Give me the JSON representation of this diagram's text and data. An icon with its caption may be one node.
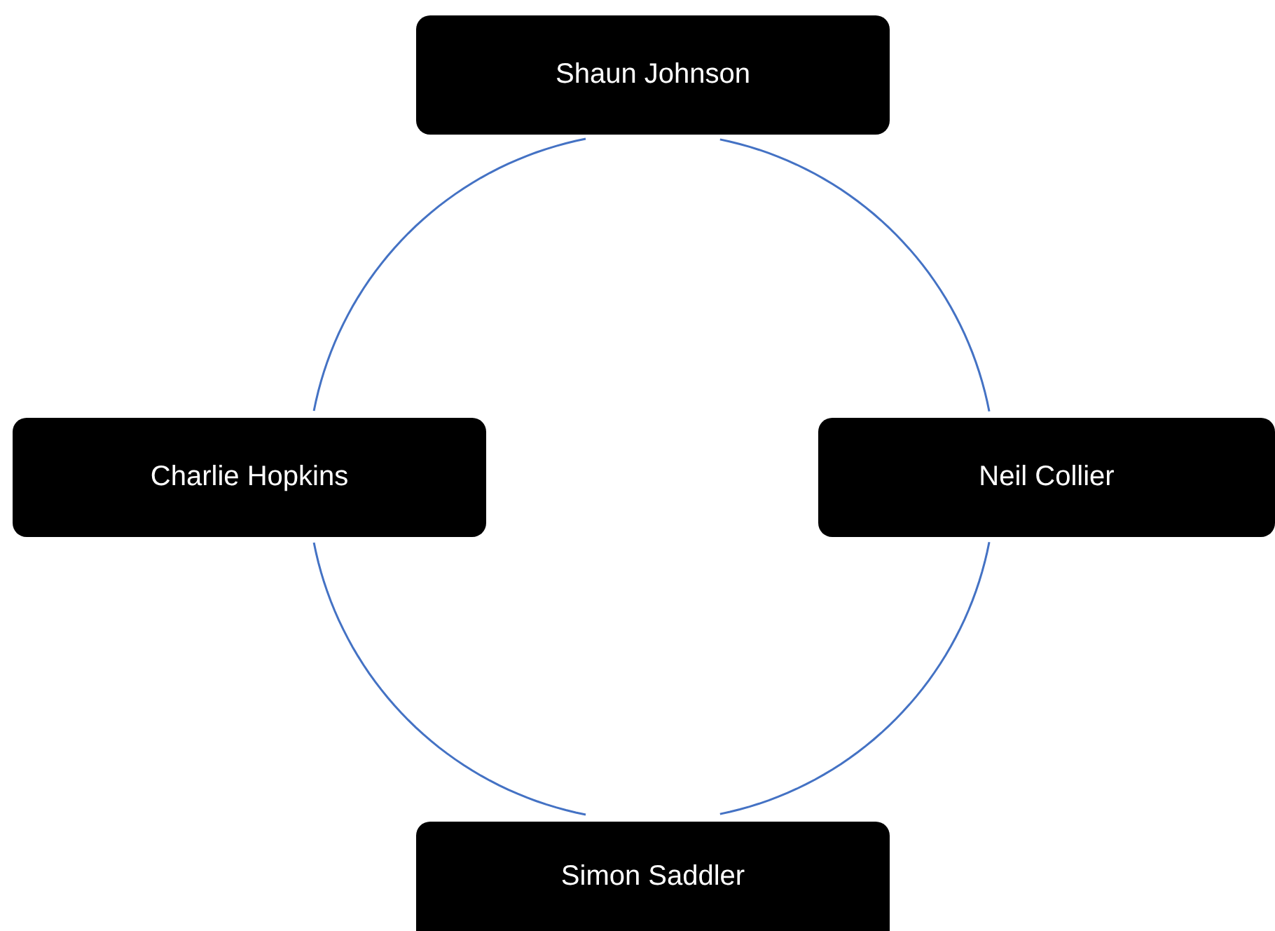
{
  "diagram": {
    "nodes": [
      {
        "text": [
          "Shaun Johnson"
        ]
      },
      {
        "text": [
          "Charlie Hopkins"
        ]
      },
      {
        "text": [
          "Neil Collier"
        ]
      },
      {
        "text": [
          "Simon Saddler"
        ]
      }
    ],
    "edges": [
      {
        "from": 0,
        "to": 2,
        "arrow": "none"
      },
      {
        "from": 2,
        "to": 3,
        "arrow": "none"
      },
      {
        "from": 3,
        "to": 1,
        "arrow": "none"
      },
      {
        "from": 1,
        "to": 0,
        "arrow": "none"
      }
    ]
  }
}
